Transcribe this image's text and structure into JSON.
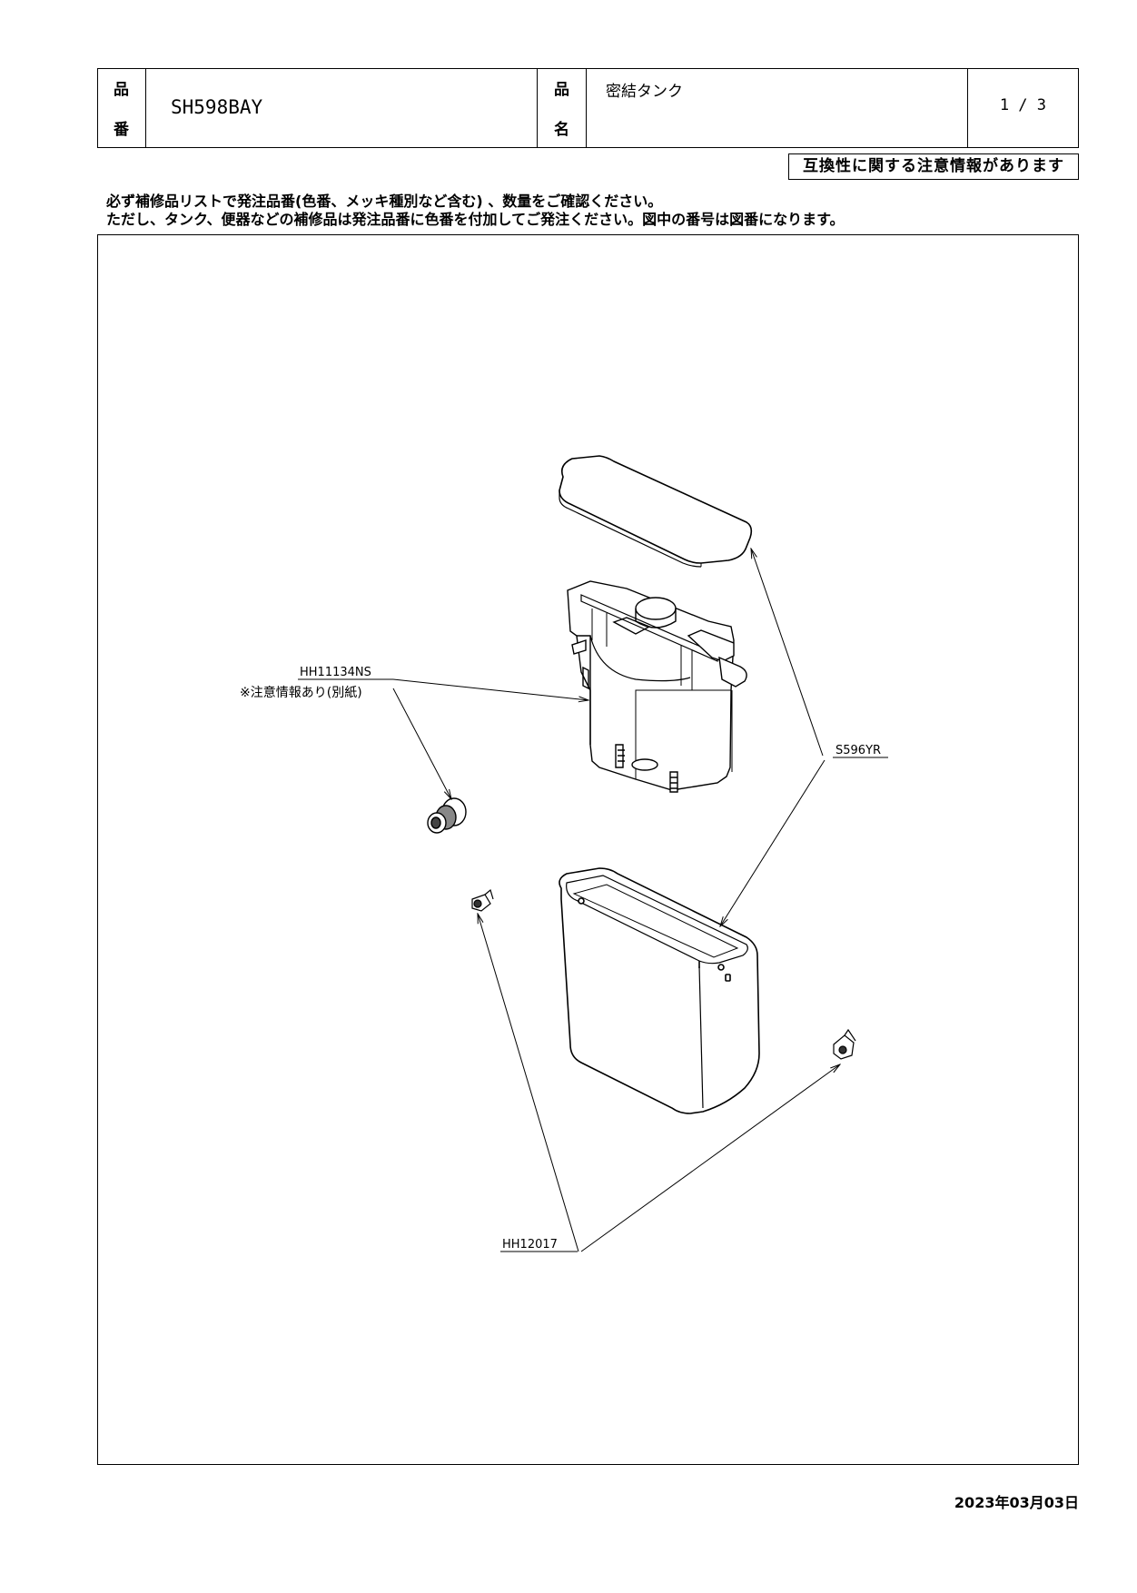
{
  "header": {
    "part_no_label_1": "品",
    "part_no_label_2": "番",
    "part_number": "SH598BAY",
    "name_label_1": "品",
    "name_label_2": "名",
    "product_name": "密結タンク",
    "page": "1 / 3"
  },
  "notice": "互換性に関する注意情報があります",
  "instructions": {
    "line1": "必ず補修品リストで発注品番(色番、メッキ種別など含む) 、数量をご確認ください。",
    "line2": "ただし、タンク、便器などの補修品は発注品番に色番を付加してご発注ください。図中の番号は図番になります。"
  },
  "callouts": {
    "fill_valve": "HH11134NS",
    "fill_valve_note": "※注意情報あり(別紙)",
    "tank_set": "S596YR",
    "fastener": "HH12017"
  },
  "footer": {
    "date": "2023年03月03日"
  }
}
